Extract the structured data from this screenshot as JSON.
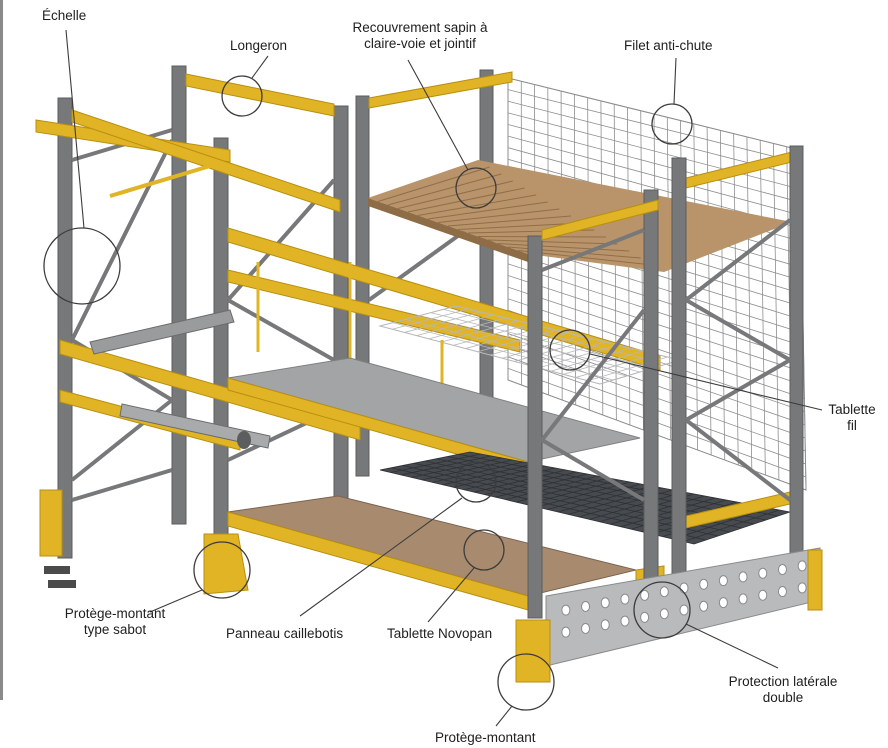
{
  "labels": {
    "echelle": "Échelle",
    "longeron": "Longeron",
    "recouvrement_1": "Recouvrement sapin à",
    "recouvrement_2": "claire-voie et jointif",
    "filet": "Filet anti-chute",
    "tablette_fil_1": "Tablette",
    "tablette_fil_2": "fil",
    "protege_sabot_1": "Protège-montant",
    "protege_sabot_2": "type sabot",
    "panneau": "Panneau caillebotis",
    "novopan": "Tablette Novopan",
    "protection_1": "Protection latérale",
    "protection_2": "double",
    "protege_montant": "Protège-montant"
  },
  "colors": {
    "upright": "#77787a",
    "upright_dark": "#5b5c5e",
    "beam": "#e0b424",
    "beam_dark": "#b88f10",
    "wood": "#b9946a",
    "steel_deck": "#a3a4a6",
    "mesh_deck": "#474b4f",
    "net": "#8e8e8e",
    "callout": "#3c3c3c"
  }
}
